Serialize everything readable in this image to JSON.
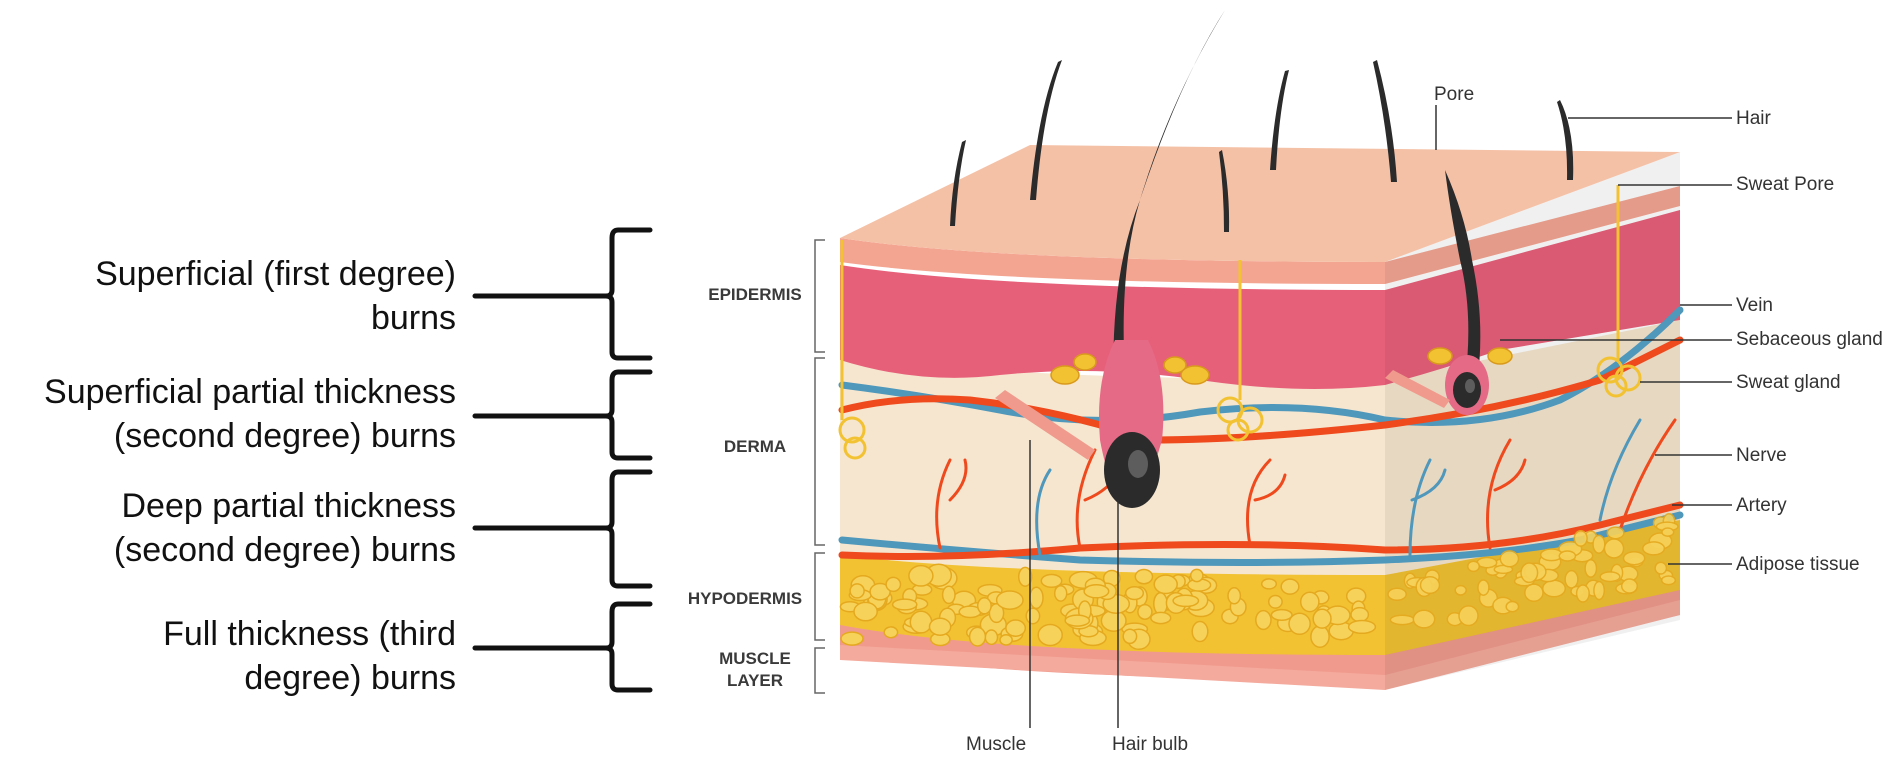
{
  "burn_degrees": [
    {
      "lines": [
        "Superficial (first degree)",
        "burns"
      ]
    },
    {
      "lines": [
        "Superficial partial thickness",
        "(second degree) burns"
      ]
    },
    {
      "lines": [
        "Deep partial thickness",
        "(second degree) burns"
      ]
    },
    {
      "lines": [
        "Full thickness (third",
        "degree) burns"
      ]
    }
  ],
  "layers": {
    "epidermis": "EPIDERMIS",
    "derma": "DERMA",
    "hypodermis": "HYPODERMIS",
    "muscle_line1": "MUSCLE",
    "muscle_line2": "LAYER"
  },
  "parts": {
    "pore": "Pore",
    "hair": "Hair",
    "sweat_pore": "Sweat Pore",
    "vein": "Vein",
    "sebaceous_gland": "Sebaceous gland",
    "sweat_gland": "Sweat gland",
    "nerve": "Nerve",
    "artery": "Artery",
    "adipose_tissue": "Adipose tissue",
    "muscle": "Muscle",
    "hair_bulb": "Hair bulb"
  },
  "colors": {
    "epidermis_top": "#f5c1a6",
    "epidermis_deep": "#e7607a",
    "derma": "#f6e6cf",
    "adipose": "#f2c232",
    "muscle": "#f09a8d",
    "artery": "#ee4a1e",
    "vein": "#4f97bb",
    "hair": "#2b2b2b"
  }
}
